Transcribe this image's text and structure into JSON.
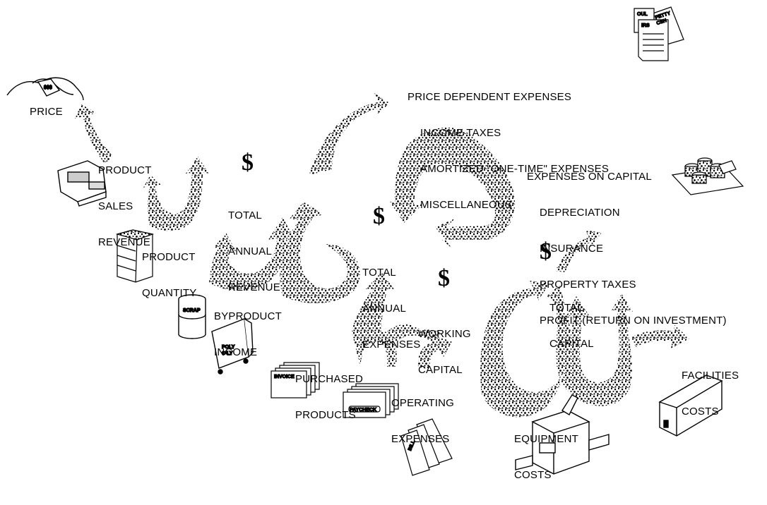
{
  "labels": {
    "price": "PRICE",
    "product_sales_revenue": [
      "PRODUCT",
      "SALES",
      "REVENUE"
    ],
    "total_annual_revenue": [
      "TOTAL",
      "ANNUAL",
      "REVENUE"
    ],
    "product_quantity": [
      "PRODUCT",
      "QUANTITY"
    ],
    "byproduct_income": [
      "BYPRODUCT",
      "INCOME"
    ],
    "total_annual_expenses": [
      "TOTAL",
      "ANNUAL",
      "EXPENSES"
    ],
    "working_capital": [
      "WORKING",
      "CAPITAL"
    ],
    "total_capital": [
      "TOTAL",
      "CAPITAL"
    ],
    "purchased_products": [
      "PURCHASED",
      "PRODUCTS"
    ],
    "operating_expenses": [
      "OPERATING",
      "EXPENSES"
    ],
    "equipment_costs": [
      "EQUIPMENT",
      "COSTS"
    ],
    "facilities_costs": [
      "FACILITIES",
      "COSTS"
    ],
    "price_dependent": {
      "heading": "PRICE DEPENDENT EXPENSES",
      "items": [
        "INCOME TAXES",
        "AMORTIZED \"ONE-TIME\" EXPENSES",
        "MISCELLANEOUS"
      ]
    },
    "expenses_on_capital": {
      "heading": "EXPENSES ON CAPITAL",
      "items": [
        "DEPRECIATION",
        "INSURANCE",
        "PROPERTY TAXES",
        "PROFIT (RETURN ON INVESTMENT)"
      ]
    }
  },
  "symbols": {
    "dollar": "$"
  },
  "icon_text": {
    "tag": "$$$",
    "scrap": "SCRAP",
    "poly": [
      "POLY",
      "O'LY"
    ],
    "invoice": "INVOICE",
    "paycheck": "PAYCHECK",
    "bill": "BILL",
    "irs": "IRS",
    "oul": "OUL",
    "petty": [
      "PETTY",
      "CSH"
    ]
  },
  "colors": {
    "ink": "#000000",
    "paper": "#ffffff"
  }
}
